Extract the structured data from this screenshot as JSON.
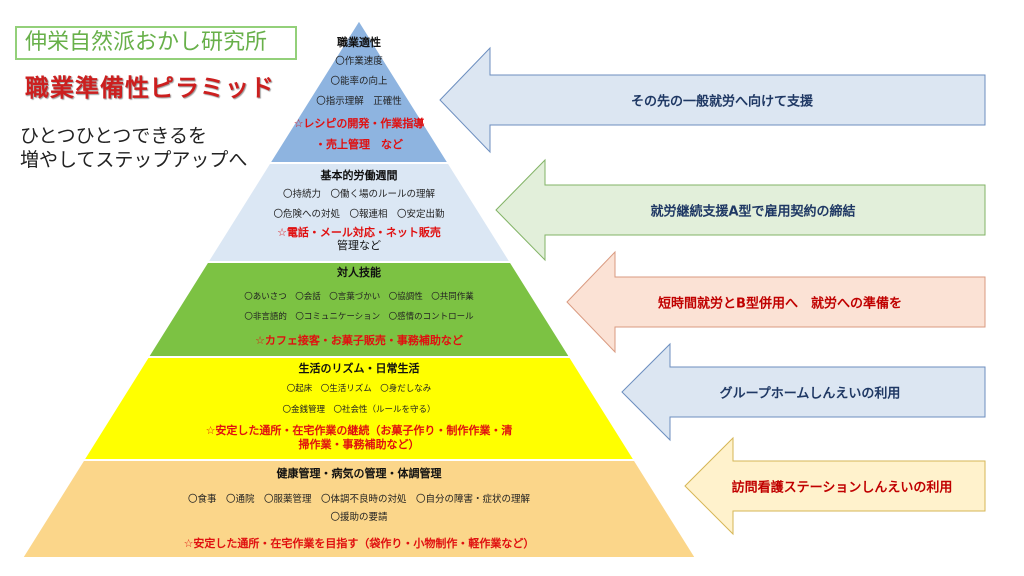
{
  "brand": "伸栄自然派おかし研究所",
  "title": "職業準備性ピラミッド",
  "subtitle": [
    "ひとつひとつできるを",
    "増やしてステップアップへ"
  ],
  "levels": [
    {
      "title": "職業適性",
      "items": [
        "〇作業速度",
        "〇能率の向上",
        "〇指示理解　正確性"
      ],
      "star": [
        "☆レシピの開発・作業指導",
        "・売上管理　など"
      ],
      "color": "#8eb4e0"
    },
    {
      "title": "基本的労働週間",
      "items": [
        "〇持続力　〇働く場のルールの理解",
        "〇危険への対処　〇報連相　〇安定出勤"
      ],
      "star": [
        "☆電話・メール対応・ネット販売",
        "管理など"
      ],
      "color": "#dbe7f4"
    },
    {
      "title": "対人技能",
      "items": [
        "〇あいさつ　〇会話　〇言葉づかい　〇協調性　〇共同作業",
        "〇非言語的　〇コミュニケーション　〇感情のコントロール"
      ],
      "star": [
        "☆カフェ接客・お菓子販売・事務補助など"
      ],
      "color": "#7cc243"
    },
    {
      "title": "生活のリズム・日常生活",
      "items": [
        "〇起床　〇生活リズム　〇身だしなみ",
        "〇金銭管理　〇社会性（ルールを守る）"
      ],
      "star": [
        "☆安定した通所・在宅作業の継続（お菓子作り・制作作業・清",
        "掃作業・事務補助など）"
      ],
      "color": "#ffff00"
    },
    {
      "title": "健康管理・病気の管理・体調管理",
      "items": [
        "〇食事　〇通院　〇服薬管理　〇体調不良時の対処　〇自分の障害・症状の理解",
        "〇援助の要請"
      ],
      "star": [
        "☆安定した通所・在宅作業を目指す（袋作り・小物制作・軽作業など）"
      ],
      "color": "#fbd68a"
    }
  ],
  "arrows": [
    {
      "label": "その先の一般就労へ向けて支援",
      "fill": "#dce6f2",
      "text_color": "#1f3864"
    },
    {
      "label": "就労継続支援A型で雇用契約の締結",
      "fill": "#e2efda",
      "text_color": "#1f3864"
    },
    {
      "label": "短時間就労とB型併用へ　就労への準備を",
      "fill": "#fbe2d5",
      "text_color": "#c00000"
    },
    {
      "label": "グループホームしんえいの利用",
      "fill": "#dce6f2",
      "text_color": "#1f3864"
    },
    {
      "label": "訪問看護ステーションしんえいの利用",
      "fill": "#fff2cc",
      "text_color": "#c00000"
    }
  ]
}
